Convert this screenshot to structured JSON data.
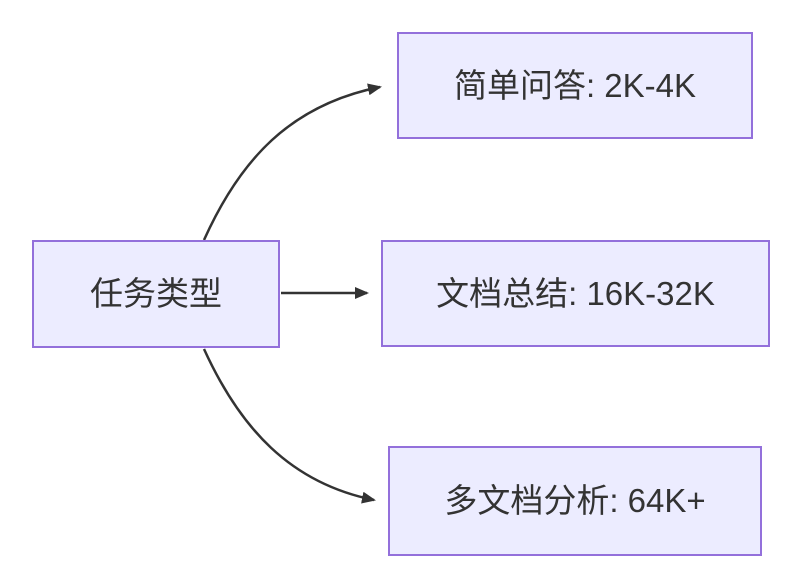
{
  "diagram": {
    "type": "flowchart-lr",
    "colors": {
      "background": "#ffffff",
      "node_fill": "#ECECFF",
      "node_border": "#9370DB",
      "text_color": "#333333",
      "arrow_color": "#333333"
    },
    "root": {
      "label": "任务类型"
    },
    "children": [
      {
        "label": "简单问答: 2K-4K"
      },
      {
        "label": "文档总结: 16K-32K"
      },
      {
        "label": "多文档分析: 64K+"
      }
    ],
    "edges": [
      {
        "from": "任务类型",
        "to": "简单问答: 2K-4K"
      },
      {
        "from": "任务类型",
        "to": "文档总结: 16K-32K"
      },
      {
        "from": "任务类型",
        "to": "多文档分析: 64K+"
      }
    ]
  }
}
